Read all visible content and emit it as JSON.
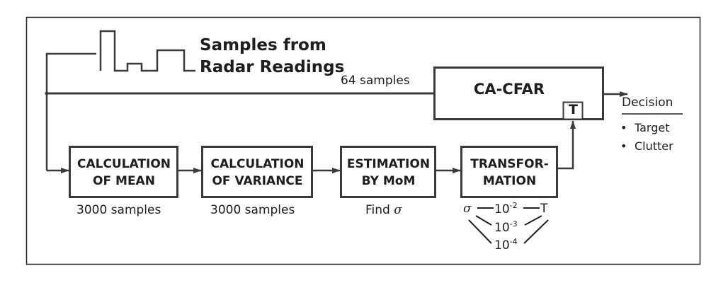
{
  "source": {
    "title_line1": "Samples from",
    "title_line2": "Radar Readings",
    "window_label": "64 samples"
  },
  "detector": {
    "label": "CA-CFAR",
    "threshold_port": "T"
  },
  "decision": {
    "label": "Decision",
    "options": [
      "Target",
      "Clutter"
    ],
    "bullet": "•"
  },
  "pipeline": [
    {
      "line1": "CALCULATION",
      "line2": "OF MEAN",
      "caption": "3000 samples"
    },
    {
      "line1": "CALCULATION",
      "line2": "OF VARIANCE",
      "caption": "3000 samples"
    },
    {
      "line1": "ESTIMATION",
      "line2": "BY MoM",
      "caption_prefix": "Find",
      "caption_symbol": "σ"
    },
    {
      "line1": "TRANSFOR-",
      "line2": "MATION"
    }
  ],
  "transformation_map": {
    "input_symbol": "σ",
    "output_symbol": "T",
    "pfa_base": "10",
    "pfa_exponents": [
      "-2",
      "-3",
      "-4"
    ]
  },
  "colors": {
    "stroke": "#3a3a3a",
    "text": "#1e1e1e",
    "frame": "#222222"
  }
}
